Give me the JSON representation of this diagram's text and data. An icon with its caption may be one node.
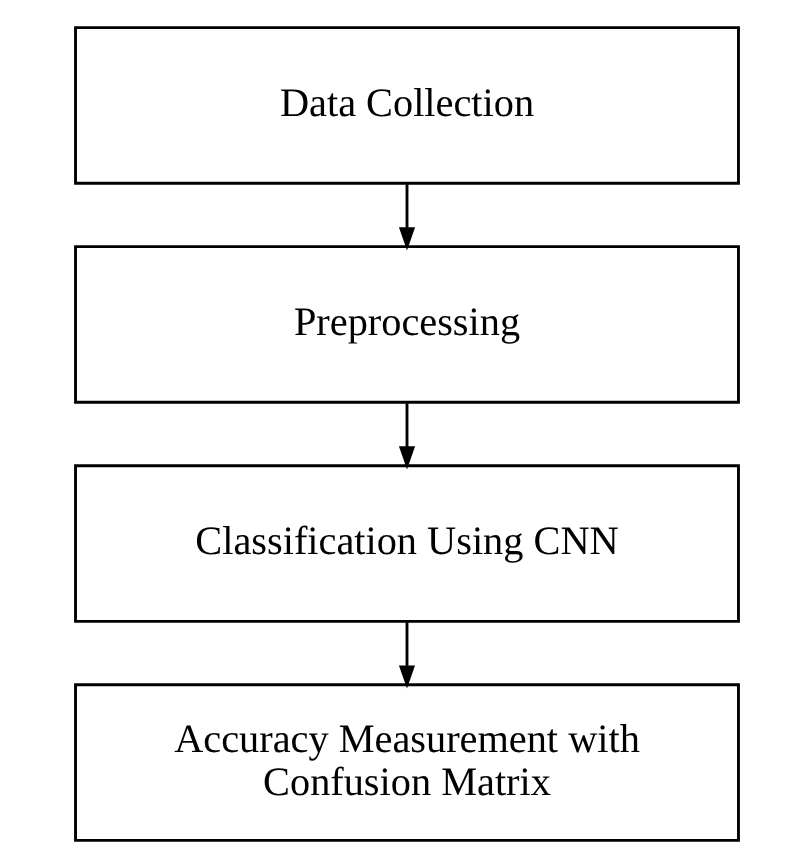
{
  "diagram": {
    "nodes": [
      {
        "text": [
          "Data Collection"
        ]
      },
      {
        "text": [
          "Preprocessing"
        ]
      },
      {
        "text": [
          "Classification Using CNN"
        ]
      },
      {
        "text": [
          "Accuracy Measurement with Confusion Matrix"
        ]
      }
    ],
    "edges": [
      {
        "from": 0,
        "to": 1,
        "arrow": "to"
      },
      {
        "from": 1,
        "to": 2,
        "arrow": "to"
      },
      {
        "from": 2,
        "to": 3,
        "arrow": "to"
      }
    ]
  }
}
